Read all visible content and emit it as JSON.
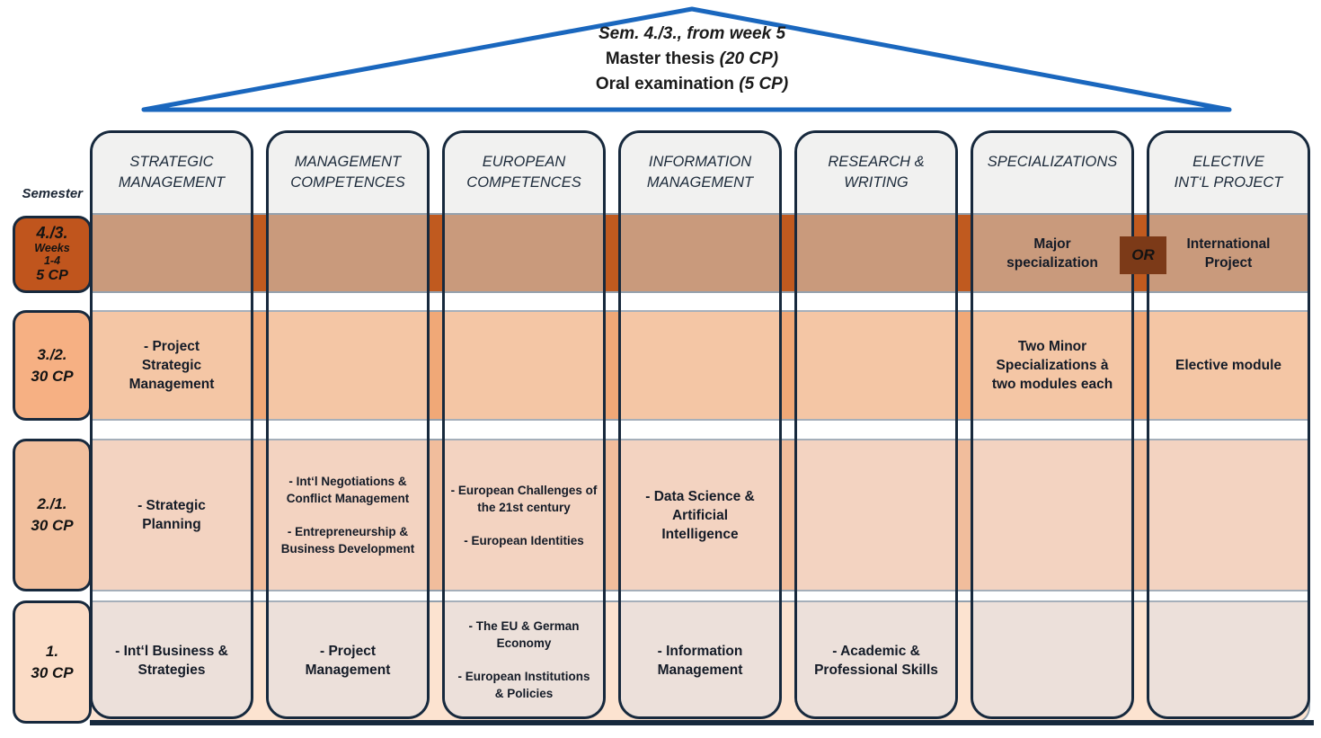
{
  "roof": {
    "line1": "Sem. 4./3., from week 5",
    "line2_text": "Master thesis ",
    "line2_cp": "(20 CP)",
    "line3_text": "Oral examination ",
    "line3_cp": "(5 CP)"
  },
  "semester_heading": "Semester",
  "columns": [
    {
      "line1": "STRATEGIC",
      "line2": "MANAGEMENT"
    },
    {
      "line1": "MANAGEMENT",
      "line2": "COMPETENCES"
    },
    {
      "line1": "EUROPEAN",
      "line2": "COMPETENCES"
    },
    {
      "line1": "INFORMATION",
      "line2": "MANAGEMENT"
    },
    {
      "line1": "RESEARCH &",
      "line2": "WRITING"
    },
    {
      "line1": "SPECIALIZATIONS",
      "line2": ""
    },
    {
      "line1": "ELECTIVE",
      "line2": "INT‘L PROJECT"
    }
  ],
  "rows": [
    {
      "title": "4./3.",
      "sub1": "Weeks",
      "sub2": "1-4",
      "cp": "5 CP"
    },
    {
      "title": "3./2.",
      "cp": "30 CP"
    },
    {
      "title": "2./1.",
      "cp": "30 CP"
    },
    {
      "title": "1.",
      "cp": "30 CP"
    }
  ],
  "cells": {
    "r1c6": "Major specialization",
    "r1_or": "OR",
    "r1c7": "International Project",
    "r2c1": "- Project Strategic Management",
    "r2c6": "Two Minor Specializations à two modules each",
    "r2c7": "Elective module",
    "r3c1": "- Strategic Planning",
    "r3c2a": "- Int‘l Negotiations & Conflict Management",
    "r3c2b": "- Entrepreneurship & Business Development",
    "r3c3a": "- European Challenges of the 21st century",
    "r3c3b": "- European Identities",
    "r3c4": "- Data Science & Artificial Intelligence",
    "r4c1": "- Int‘l Business & Strategies",
    "r4c2": "- Project Management",
    "r4c3a": "- The EU & German Economy",
    "r4c3b": "- European Institutions & Policies",
    "r4c4": "- Information Management",
    "r4c5": "- Academic & Professional Skills"
  },
  "colors": {
    "roof_line": "#1a67be",
    "column_border": "#17293d",
    "header_fill": "#f1f1f0",
    "band_border": "#93a0ad",
    "row_4_3_band": "#c05a1f",
    "row_4_3_cell": "#c99a7c",
    "row_4_3_label": "#c0551d",
    "or_box": "#7c3a18",
    "row_3_2_band": "#f0a877",
    "row_3_2_cell": "#f4c6a5",
    "row_3_2_label": "#f6b083",
    "row_2_1_band": "#f1bd9c",
    "row_2_1_cell": "#f3d3c1",
    "row_2_1_label": "#f2c09e",
    "row_1_band": "#fce3d0",
    "row_1_cell": "#ece0da",
    "row_1_label": "#fbdcc6",
    "text_dark": "#141b27"
  }
}
